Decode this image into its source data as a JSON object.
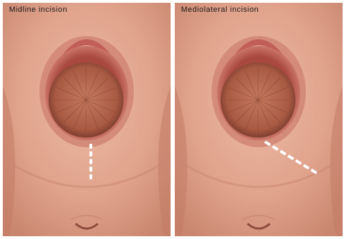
{
  "panels": [
    {
      "title": "Midline incision",
      "incision": "midline"
    },
    {
      "title": "Mediolateral incision",
      "incision": "mediolateral"
    }
  ],
  "colors": {
    "skin_light": "#eab59e",
    "skin_mid": "#dc9c85",
    "skin_dark": "#c98670",
    "labia": "#c9665f",
    "inner_tissue": "#b44e4c",
    "head": "#b8654c",
    "head_dark": "#7e3c2b",
    "incision_line": "#ffffff"
  }
}
